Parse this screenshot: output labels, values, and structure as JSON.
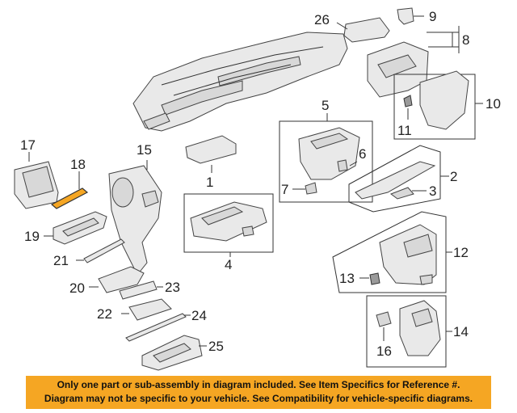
{
  "callouts": {
    "c1": "1",
    "c2": "2",
    "c3": "3",
    "c4": "4",
    "c5": "5",
    "c6": "6",
    "c7": "7",
    "c8": "8",
    "c9": "9",
    "c10": "10",
    "c11": "11",
    "c12": "12",
    "c13": "13",
    "c14": "14",
    "c15": "15",
    "c16": "16",
    "c17": "17",
    "c18": "18",
    "c19": "19",
    "c20": "20",
    "c21": "21",
    "c22": "22",
    "c23": "23",
    "c24": "24",
    "c25": "25",
    "c26": "26"
  },
  "banner": {
    "line1": "Only one part or sub-assembly in diagram included. See Item Specifics for Reference #.",
    "line2": "Diagram may not be specific to your vehicle. See Compatibility for vehicle-specific diagrams.",
    "background": "#f5a623"
  },
  "colors": {
    "highlight_part": "#f5a623"
  }
}
